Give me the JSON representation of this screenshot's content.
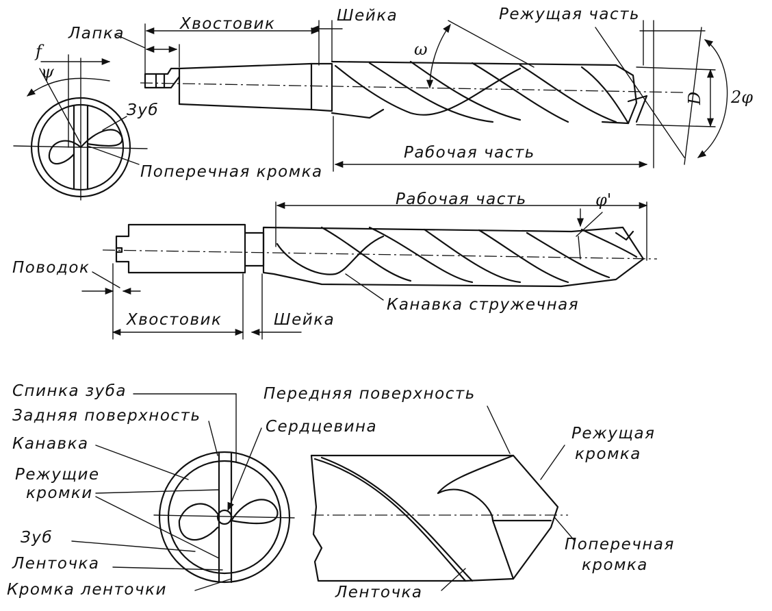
{
  "labels": {
    "lapka": "Лапка",
    "khvostovik_top": "Хвостовик",
    "sheika_top": "Шейка",
    "rezhushchaya_chast": "Режущая часть",
    "omega": "ω",
    "f": "f",
    "psi": "ψ",
    "zub_top": "Зуб",
    "poperechnaya_kromka_top": "Поперечная кромка",
    "d": "D",
    "two_phi": "2φ",
    "rabochaya_chast_top": "Рабочая часть",
    "rabochaya_chast_mid": "Рабочая часть",
    "phi_prime": "φ'",
    "povodok": "Поводок",
    "kanavka_struzhechnaya": "Канавка стружечная",
    "khvostovik_mid": "Хвостовик",
    "sheika_mid": "Шейка",
    "spinka_zuba": "Спинка зуба",
    "zadnyaya_poverkhnost": "Задняя поверхность",
    "kanavka": "Канавка",
    "rezhushchie_kromki_1": "Режущие",
    "rezhushchie_kromki_2": "кромки",
    "zub_bottom": "Зуб",
    "lentochka_left": "Ленточка",
    "kromka_lentochki": "Кромка ленточки",
    "peredniaya_poverkhnost": "Передняя поверхность",
    "serdtsevina": "Сердцевина",
    "rezhushchaya_kromka_1": "Режущая",
    "rezhushchaya_kromka_2": "кромка",
    "poperechnaya_kromka_b1": "Поперечная",
    "poperechnaya_kromka_b2": "кромка",
    "lentochka_bottom": "Ленточка"
  }
}
